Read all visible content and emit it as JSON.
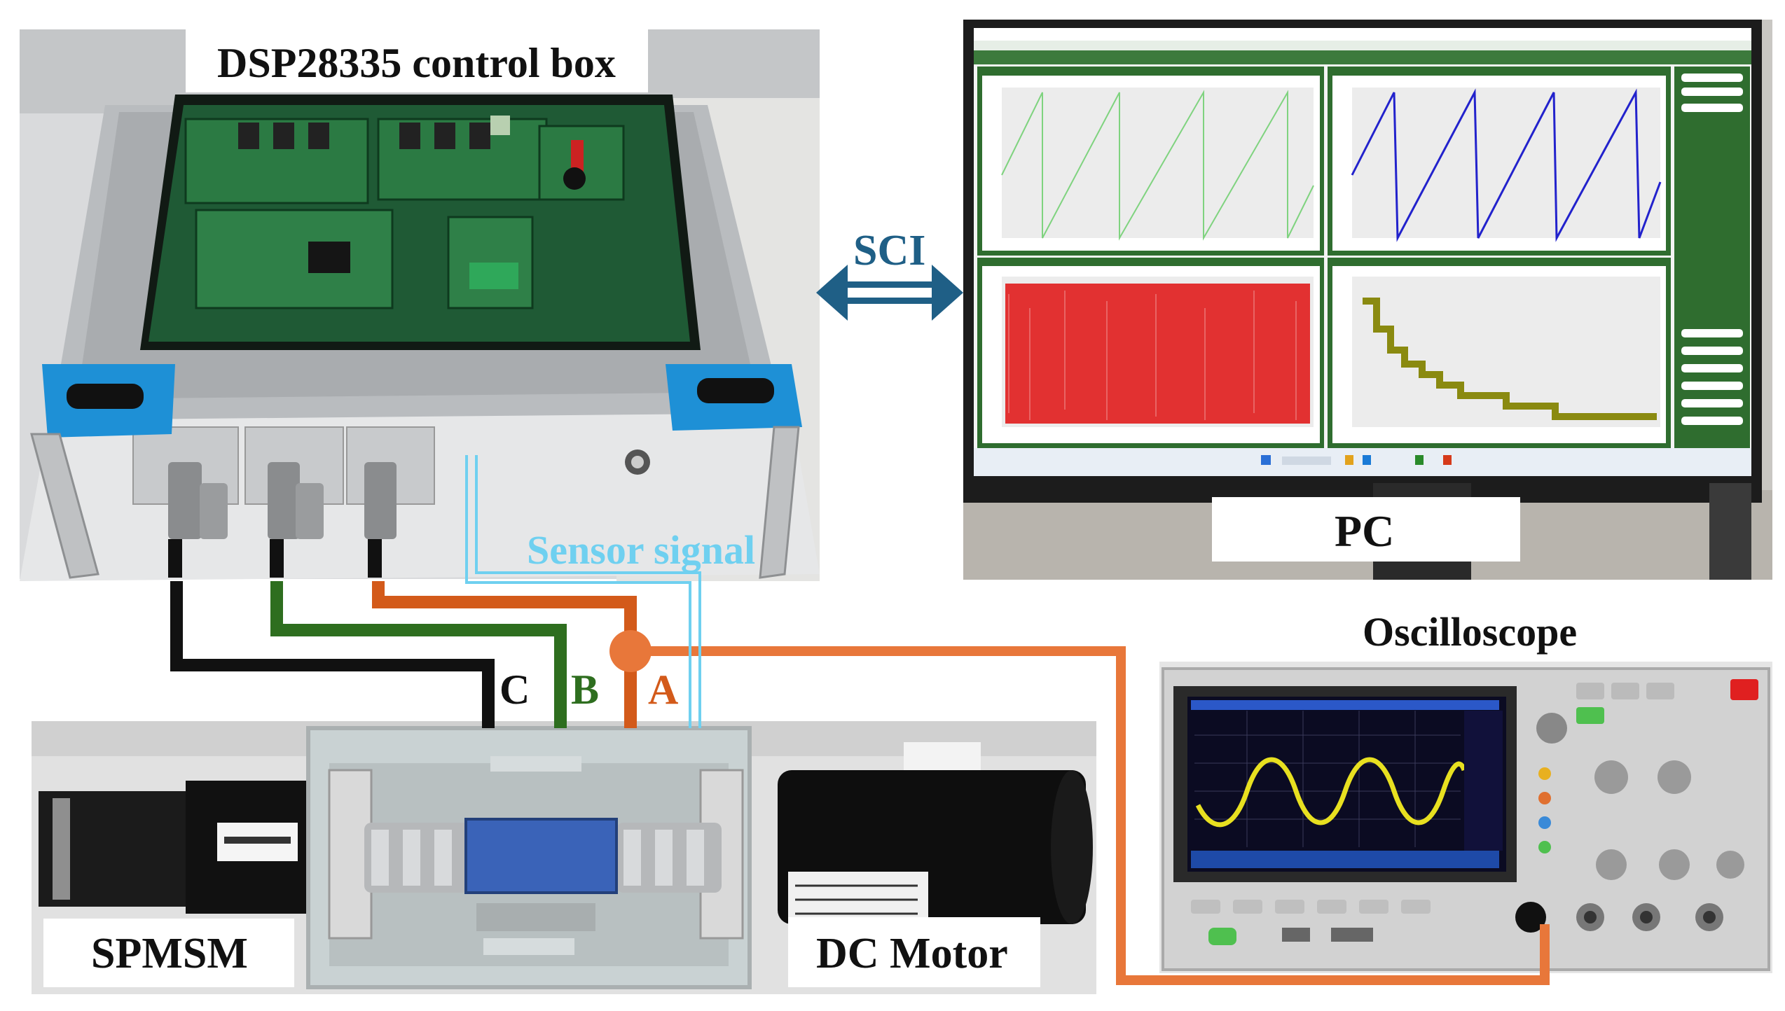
{
  "labels": {
    "control_box": "DSP28335 control box",
    "sci": "SCI",
    "pc": "PC",
    "sensor_signal": "Sensor signal",
    "oscilloscope": "Oscilloscope",
    "phase_c": "C",
    "phase_b": "B",
    "phase_a": "A",
    "spmsm": "SPMSM",
    "dc_motor": "DC Motor"
  },
  "colors": {
    "phase_a": "#d35a1a",
    "phase_b": "#2e6e1f",
    "phase_c": "#111111",
    "sensor": "#6fd0f0",
    "sci_arrow": "#1f5f86",
    "box_accent": "#1e90d6",
    "waveform_green": "#7fd37f",
    "waveform_blue": "#2222cc",
    "waveform_red": "#e01010",
    "waveform_olive": "#8a8a10",
    "scope_trace": "#e8e020"
  }
}
